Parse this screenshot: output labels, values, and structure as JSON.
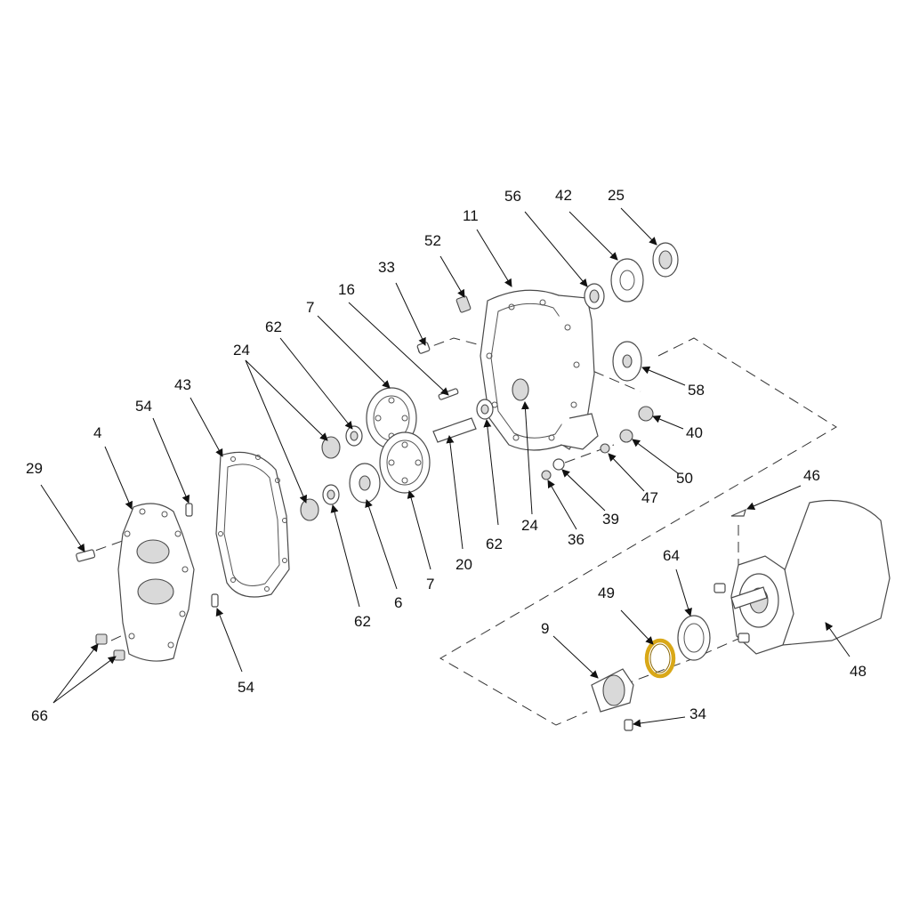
{
  "diagram": {
    "highlight_color": "#d9a818",
    "callouts": {
      "p4": "4",
      "p6": "6",
      "p7a": "7",
      "p7b": "7",
      "p9": "9",
      "p11": "11",
      "p16": "16",
      "p20": "20",
      "p24a": "24",
      "p24b": "24",
      "p25": "25",
      "p29": "29",
      "p33": "33",
      "p34": "34",
      "p36": "36",
      "p39": "39",
      "p40": "40",
      "p42": "42",
      "p43": "43",
      "p46": "46",
      "p47": "47",
      "p48": "48",
      "p49": "49",
      "p50": "50",
      "p52": "52",
      "p54a": "54",
      "p54b": "54",
      "p56": "56",
      "p58": "58",
      "p62a": "62",
      "p62b": "62",
      "p62c": "62",
      "p64": "64",
      "p66": "66"
    }
  }
}
